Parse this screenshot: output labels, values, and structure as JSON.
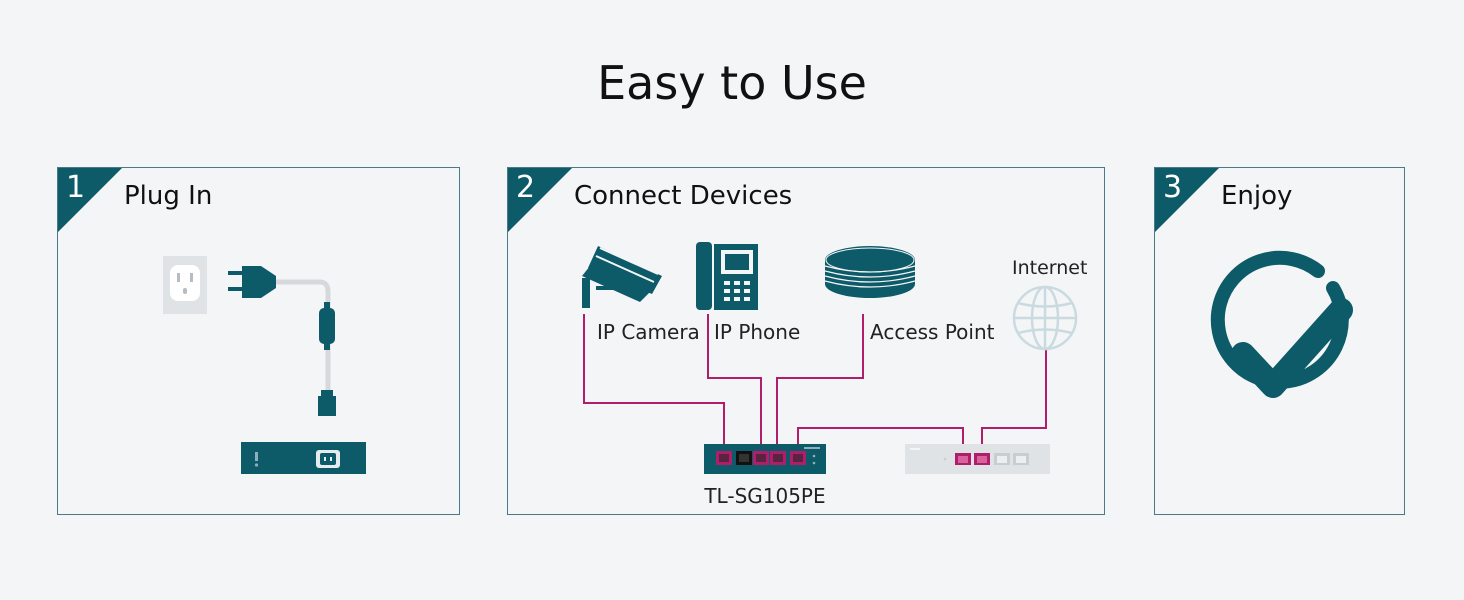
{
  "title": "Easy to Use",
  "steps": [
    {
      "number": "1",
      "title": "Plug In"
    },
    {
      "number": "2",
      "title": "Connect Devices",
      "devices": {
        "ip_camera": "IP Camera",
        "ip_phone": "IP Phone",
        "access_point": "Access Point",
        "internet": "Internet"
      },
      "switch_model": "TL-SG105PE"
    },
    {
      "number": "3",
      "title": "Enjoy"
    }
  ],
  "colors": {
    "brand_teal": "#0d5a69",
    "cable_magenta": "#b01d6b",
    "router_grey": "#dfe3e6",
    "cord_grey": "#d6d9dc"
  }
}
